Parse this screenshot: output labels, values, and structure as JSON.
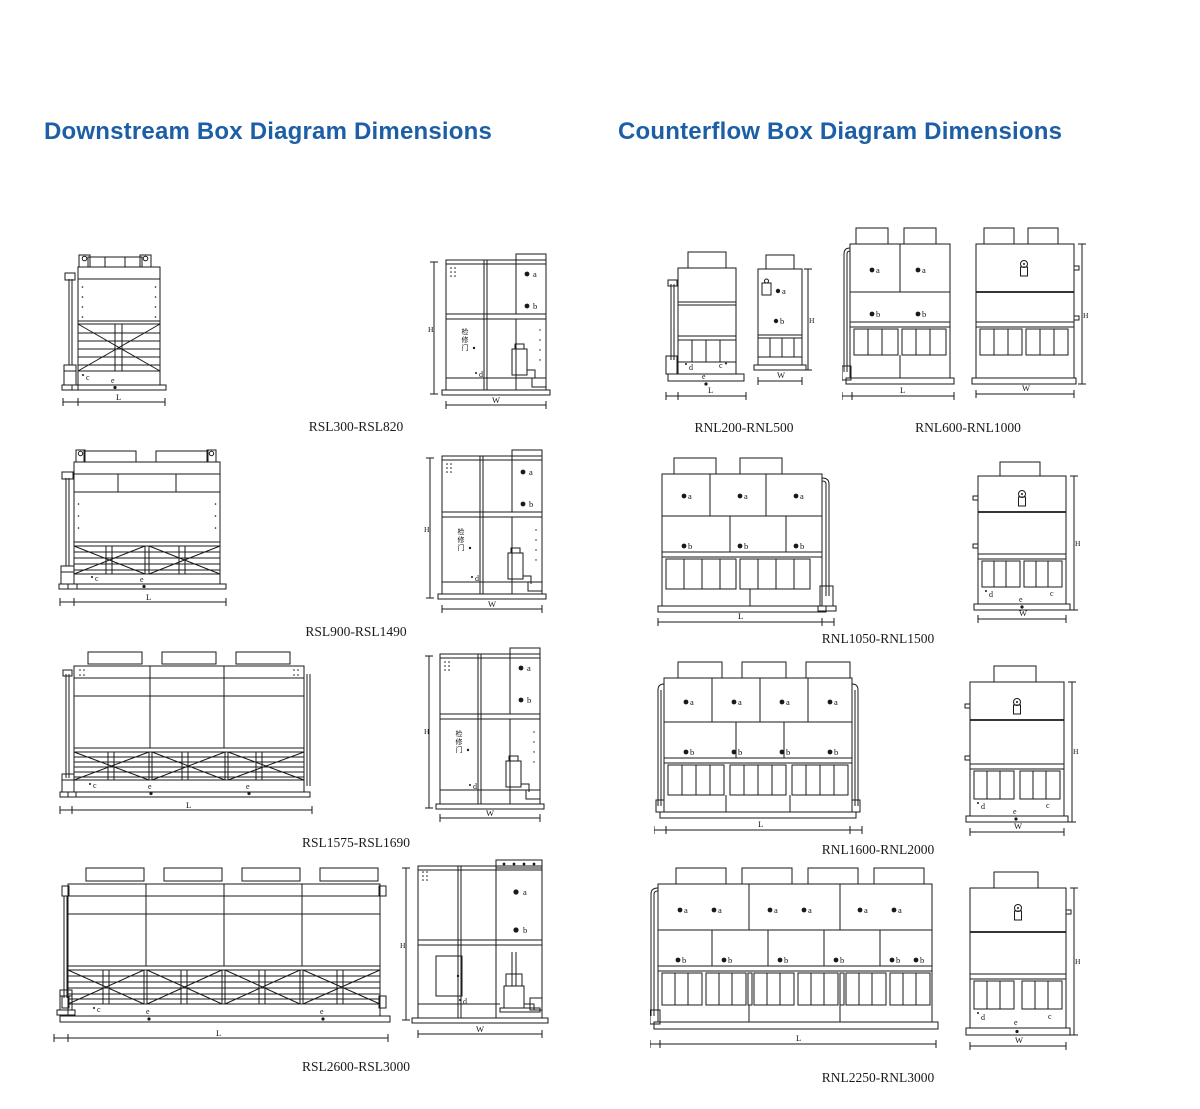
{
  "page": {
    "background": "#ffffff",
    "line_color": "#1a1a1a"
  },
  "headers": {
    "color": "#1d5fa6",
    "left": {
      "text": "Downstream Box Diagram Dimensions"
    },
    "right": {
      "text": "Counterflow Box Diagram Dimensions"
    }
  },
  "downstream": {
    "models": [
      {
        "label": "RSL300-RSL820"
      },
      {
        "label": "RSL900-RSL1490"
      },
      {
        "label": "RSL1575-RSL1690"
      },
      {
        "label": "RSL2600-RSL3000"
      }
    ]
  },
  "counterflow": {
    "models": [
      {
        "label": "RNL200-RNL500"
      },
      {
        "label": "RNL600-RNL1000"
      },
      {
        "label": "RNL1050-RNL1500"
      },
      {
        "label": "RNL1600-RNL2000"
      },
      {
        "label": "RNL2250-RNL3000"
      }
    ]
  },
  "labels": {
    "a": "a",
    "b": "b",
    "c": "c",
    "d": "d",
    "e": "e",
    "length": "L",
    "width": "W",
    "height": "H",
    "door": "检修门"
  }
}
